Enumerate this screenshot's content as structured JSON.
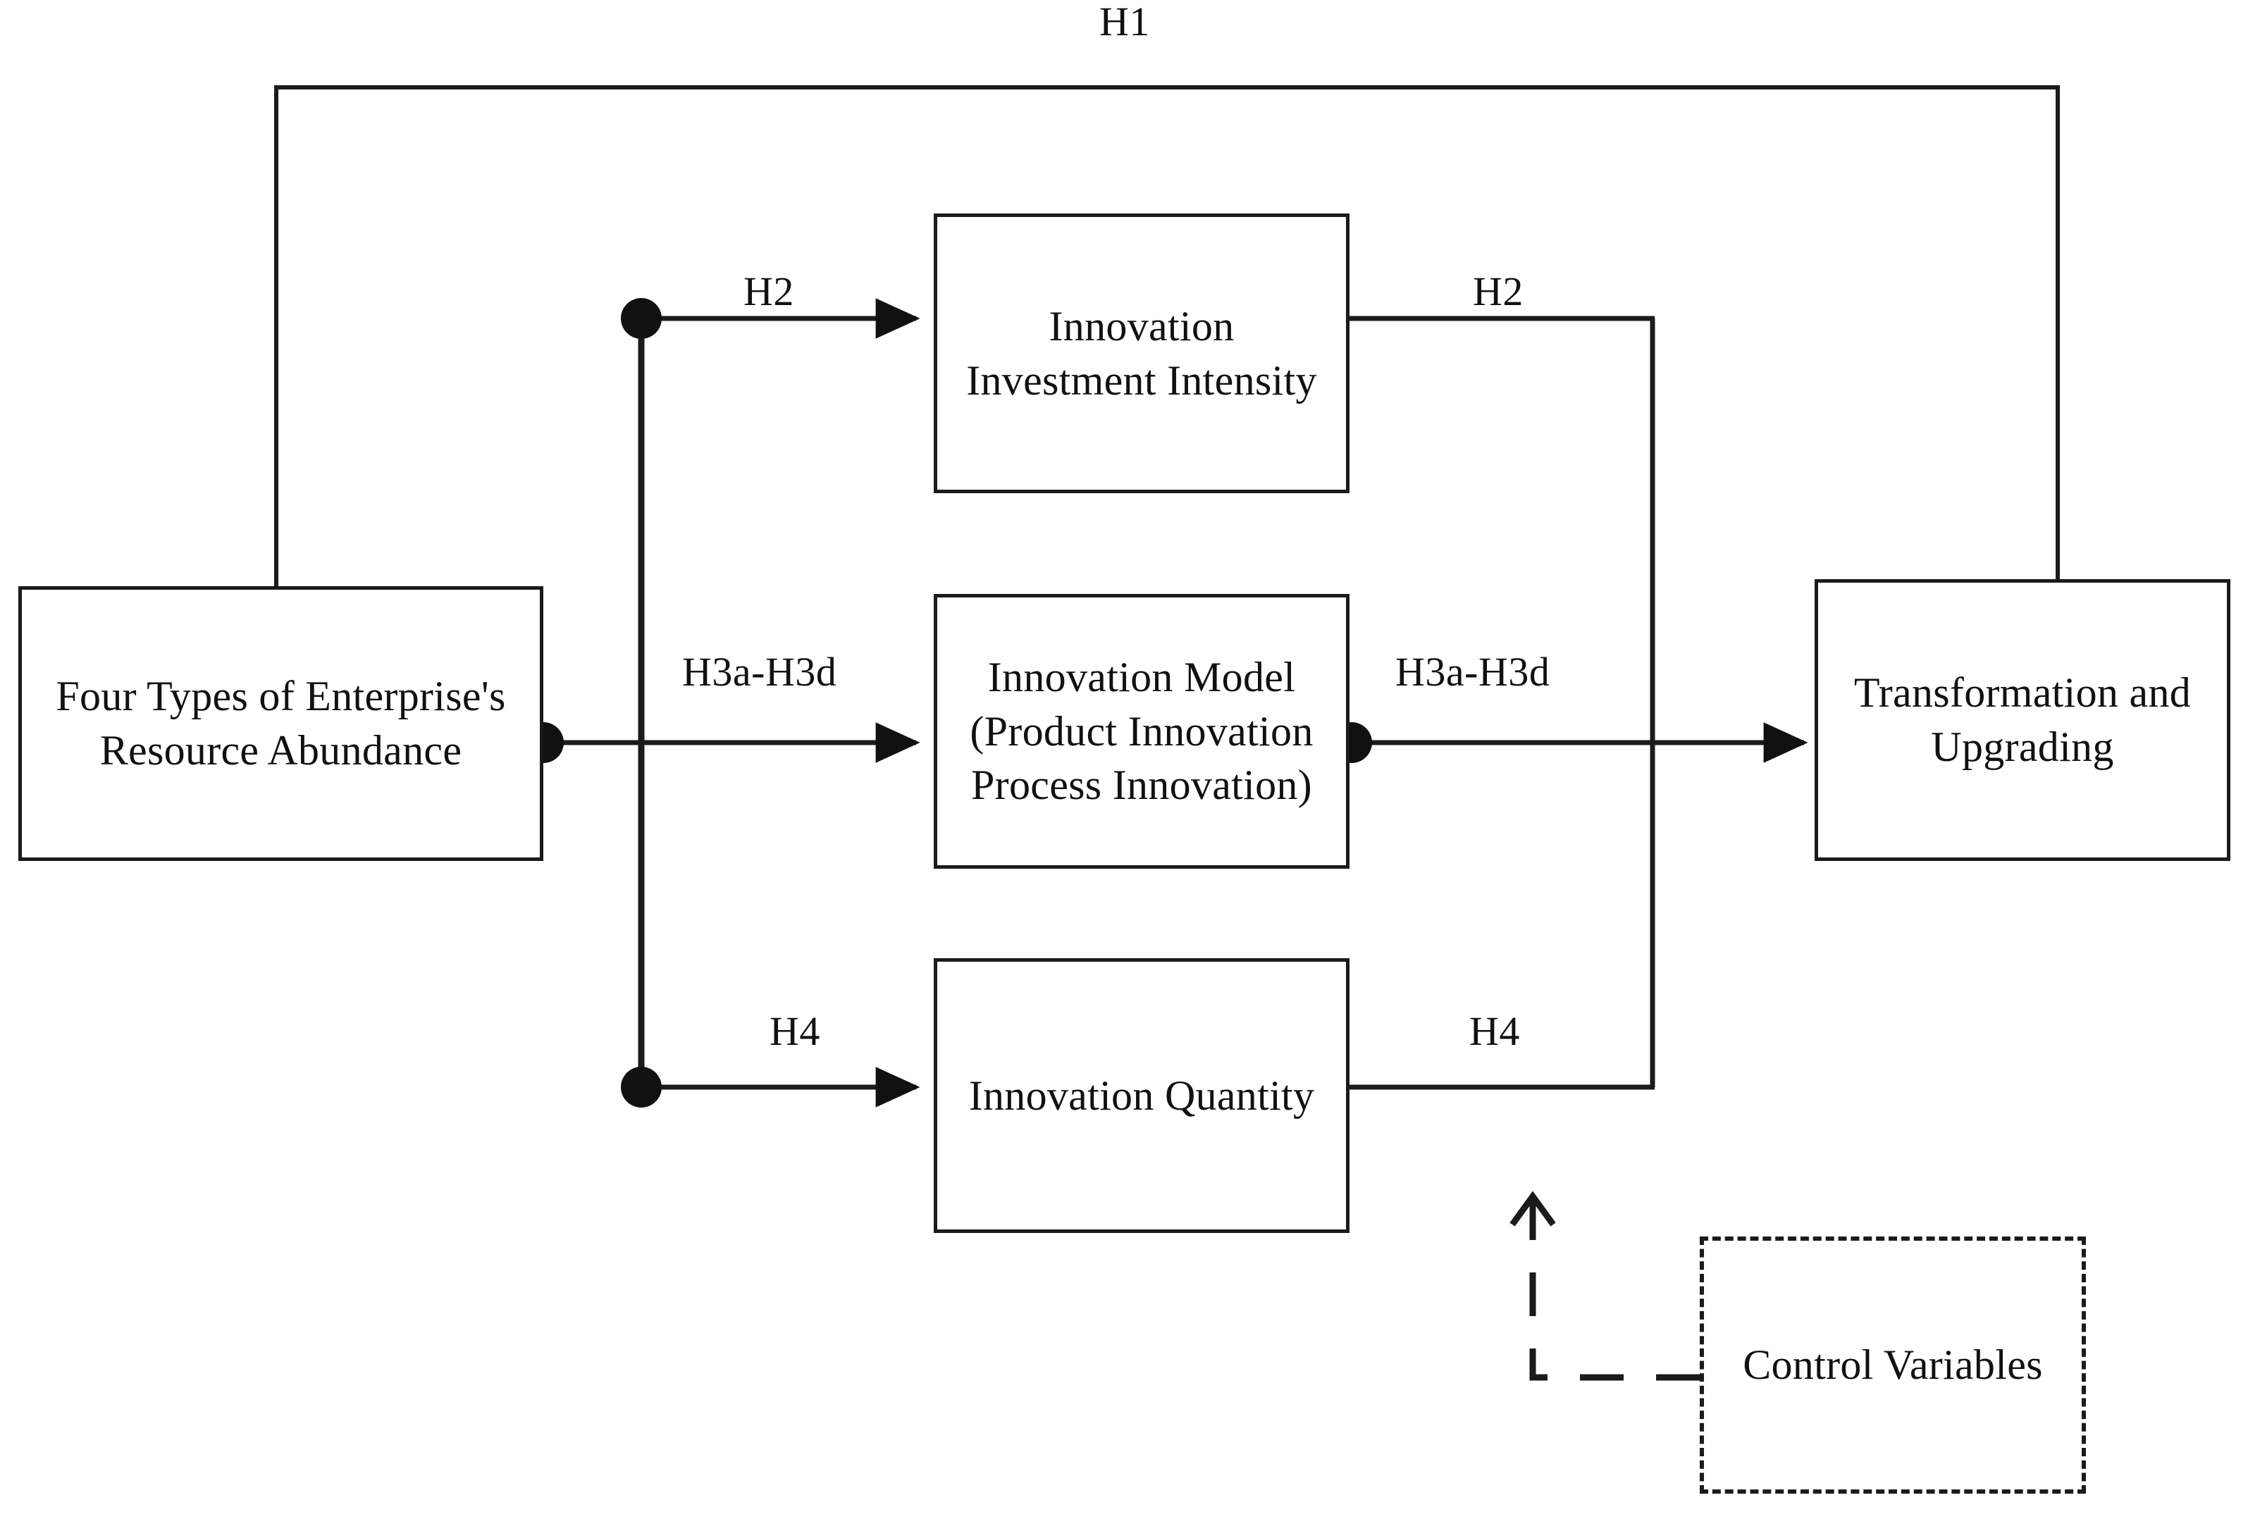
{
  "diagram": {
    "title_label": "H1",
    "nodes": [
      {
        "id": "source",
        "label": "Four Types of Enterprise's\nResource  Abundance",
        "style": "solid"
      },
      {
        "id": "invest",
        "label": "Innovation\nInvestment Intensity",
        "style": "solid"
      },
      {
        "id": "model",
        "label": "Innovation Model\n(Product Innovation\nProcess  Innovation)",
        "style": "solid"
      },
      {
        "id": "quantity",
        "label": "Innovation Quantity",
        "style": "solid"
      },
      {
        "id": "transform",
        "label": "Transformation and\nUpgrading",
        "style": "solid"
      },
      {
        "id": "control",
        "label": "Control Variables",
        "style": "dashed"
      }
    ],
    "edge_labels": {
      "h1": "H1",
      "h2_left": "H2",
      "h2_right": "H2",
      "h3_left": "H3a-H3d",
      "h3_right": "H3a-H3d",
      "h4_left": "H4",
      "h4_right": "H4"
    },
    "colors": {
      "stroke": "#1b1b1b",
      "text": "#111111",
      "background": "#ffffff"
    }
  }
}
